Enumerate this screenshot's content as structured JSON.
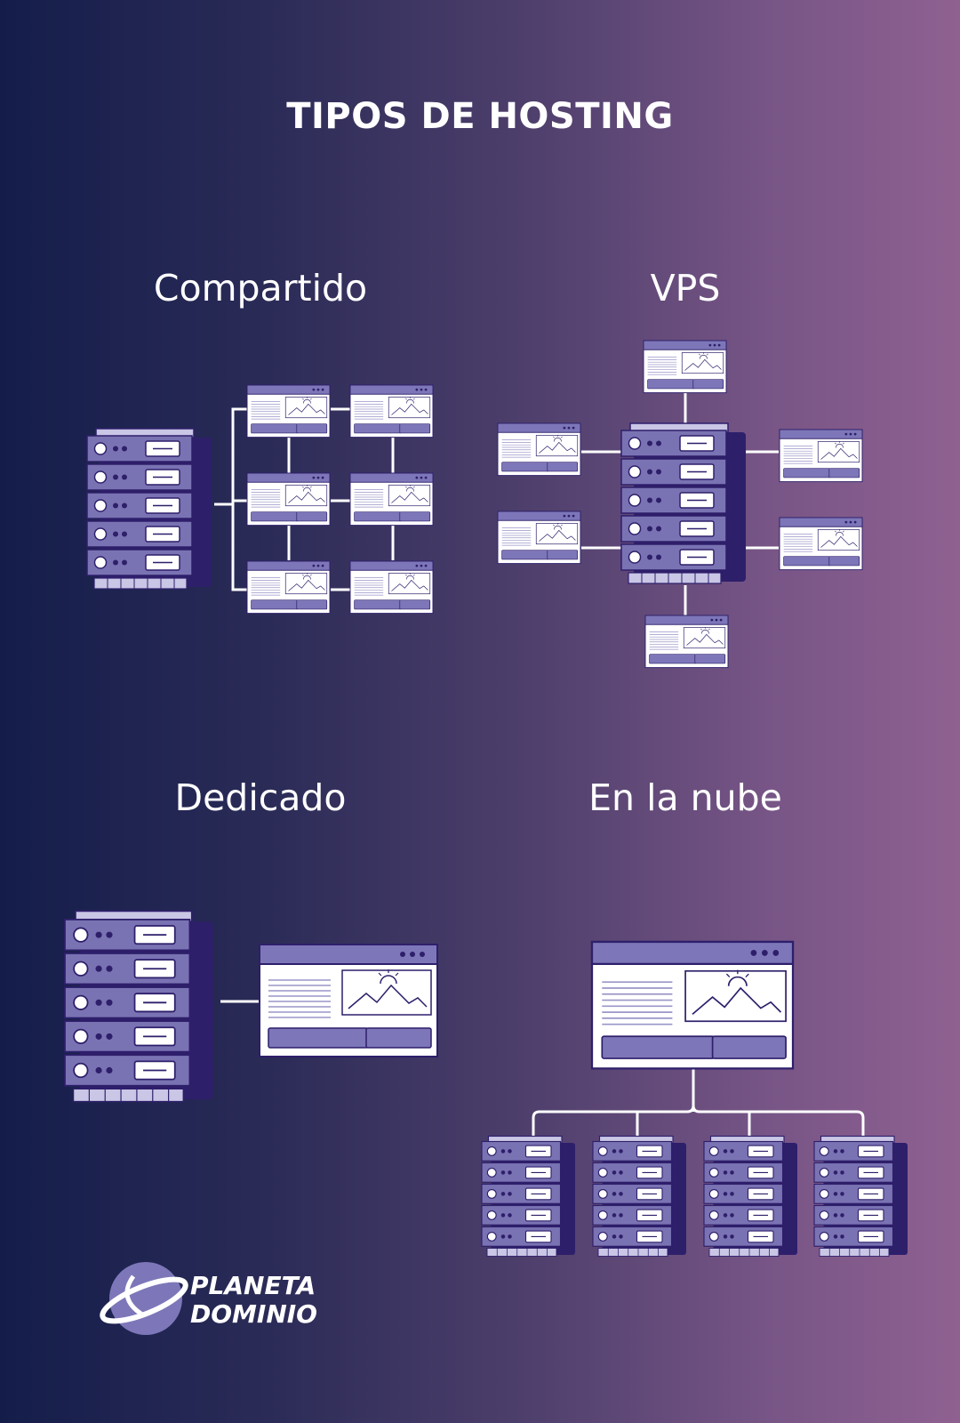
{
  "title": "TIPOS DE HOSTING",
  "sections": [
    {
      "label": "Compartido"
    },
    {
      "label": "VPS"
    },
    {
      "label": "Dedicado"
    },
    {
      "label": "En la nube"
    }
  ],
  "logo": {
    "line1": "PLANETA",
    "line2": "DOMINIO"
  },
  "colors": {
    "background_left": "#141d4a",
    "background_right": "#8f6191",
    "server_body": "#7a73b3",
    "server_shadow": "#2e1f6b",
    "window_header": "#7d77b9",
    "line": "#ffffff"
  }
}
